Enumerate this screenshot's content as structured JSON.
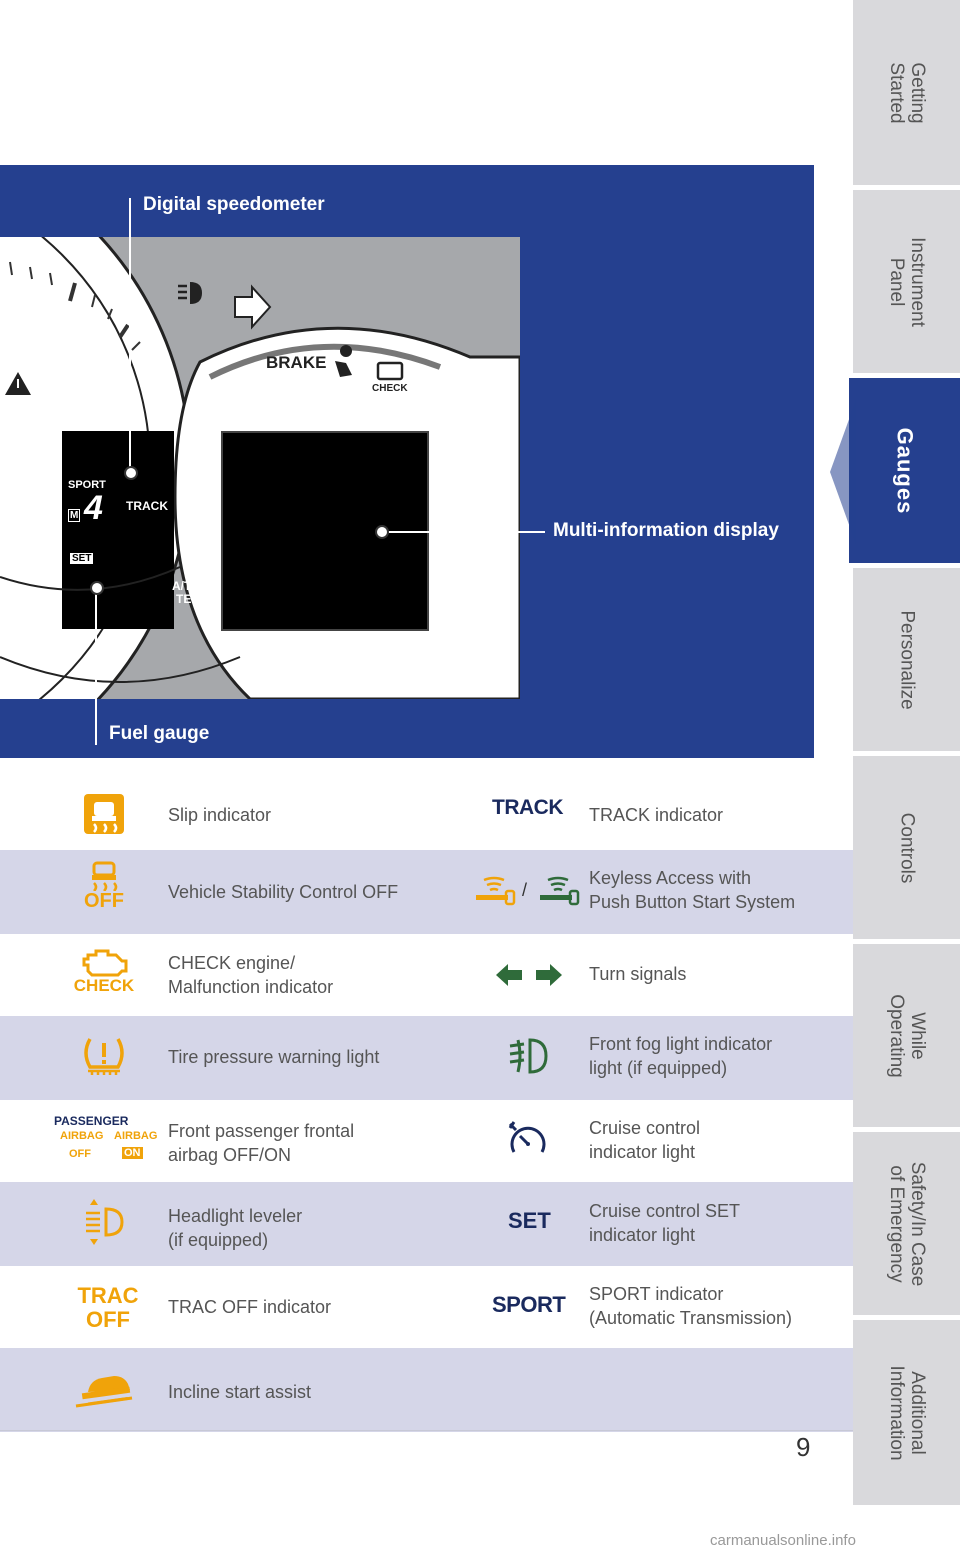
{
  "side_tabs": [
    {
      "label": "Getting\nStarted"
    },
    {
      "label": "Instrument\nPanel"
    },
    {
      "label": "Gauges"
    },
    {
      "label": "Personalize"
    },
    {
      "label": "Controls"
    },
    {
      "label": "While\nOperating"
    },
    {
      "label": "Safety/In Case\nof Emergency"
    },
    {
      "label": "Additional\nInformation"
    }
  ],
  "figure": {
    "callout_speedometer": "Digital speedometer",
    "callout_mid": "Multi-information display",
    "callout_fuel": "Fuel gauge",
    "cluster_text": {
      "brake": "BRAKE",
      "check": "CHECK",
      "sport": "SPORT",
      "track": "TRACK",
      "gear": "4",
      "m": "M",
      "set": "SET",
      "at_oil": "A/T OIL",
      "temp": "TEMP"
    }
  },
  "indicators": [
    {
      "left_label": "Slip indicator",
      "right_icon_text": "TRACK",
      "right_label": "TRACK indicator"
    },
    {
      "left_label": "Vehicle Stability Control OFF",
      "left_icon_text": "OFF",
      "right_sep": "/",
      "right_label": "Keyless Access with\nPush Button Start System"
    },
    {
      "left_label": "CHECK engine/\nMalfunction indicator",
      "left_icon_text": "CHECK",
      "right_label": "Turn signals"
    },
    {
      "left_label": "Tire pressure warning light",
      "right_label": "Front fog light indicator\nlight (if equipped)"
    },
    {
      "left_label": "Front passenger frontal\nairbag OFF/ON",
      "airbag": {
        "passenger": "PASSENGER",
        "airbag1": "AIRBAG",
        "airbag2": "AIRBAG",
        "off": "OFF",
        "on": "ON"
      },
      "right_label": "Cruise control\nindicator light"
    },
    {
      "left_label": "Headlight leveler\n(if equipped)",
      "right_icon_text": "SET",
      "right_label": "Cruise control SET\nindicator light"
    },
    {
      "left_label": "TRAC OFF indicator",
      "left_icon_text": "TRAC\nOFF",
      "right_icon_text": "SPORT",
      "right_label": "SPORT indicator\n(Automatic Transmission)"
    },
    {
      "left_label": "Incline start assist"
    }
  ],
  "page_number": "9",
  "footer": "carmanualsonline.info",
  "colors": {
    "blue": "#25408f",
    "amber": "#f0a30a",
    "green": "#2f6b3a",
    "navy": "#1a2a5e"
  }
}
